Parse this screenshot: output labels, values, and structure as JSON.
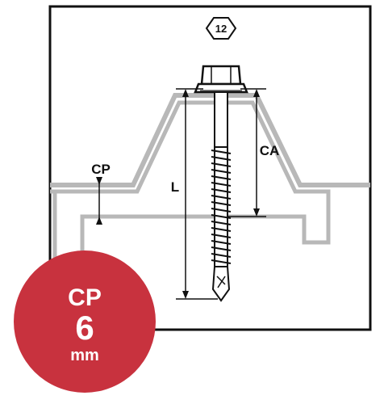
{
  "diagram": {
    "head_size": "12",
    "label_cp": "CP",
    "label_ca": "CA",
    "label_l": "L"
  },
  "badge": {
    "title": "CP",
    "value": "6",
    "unit": "mm"
  },
  "colors": {
    "badge": "#c8323e",
    "profile": "#b8b8b8",
    "line": "#111111",
    "frame": "#111111"
  },
  "icons": {
    "head_size_marker": "hexagon-icon",
    "screw": "self-drilling-screw-icon"
  }
}
